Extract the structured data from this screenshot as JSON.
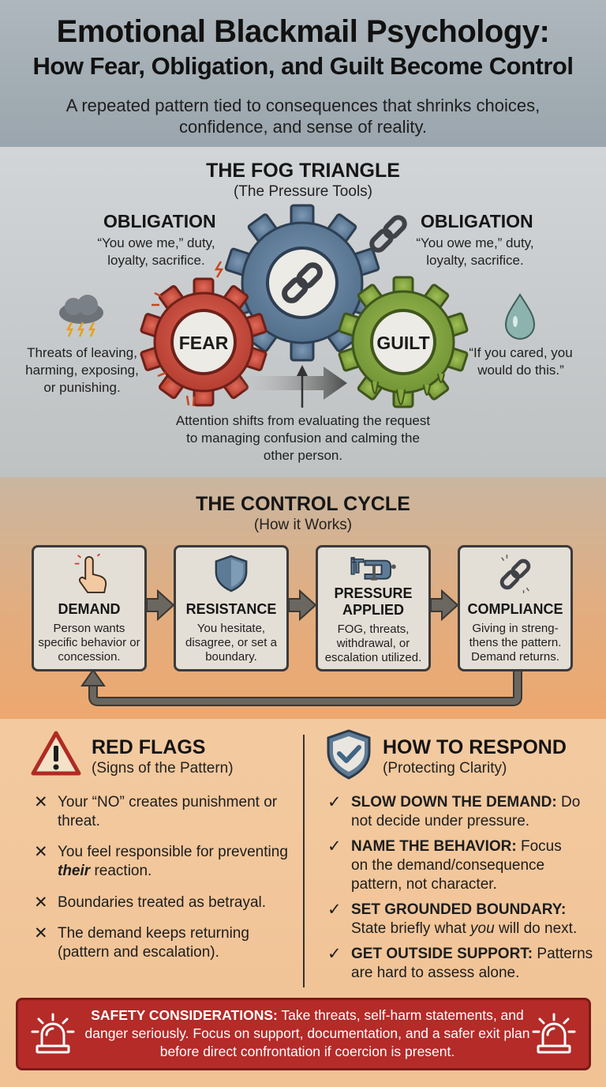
{
  "header": {
    "title_line1": "Emotional Blackmail Psychology:",
    "title_line2": "How Fear, Obligation, and Guilt Become Control",
    "subtitle": "A repeated pattern tied to consequences that shrinks choices, confidence, and sense of reality."
  },
  "fog": {
    "title": "THE FOG TRIANGLE",
    "subtitle": "(The Pressure Tools)",
    "left_label": "OBLIGATION",
    "left_desc": "“You owe me,” duty, loyalty, sacrifice.",
    "right_label": "OBLIGATION",
    "right_desc": "“You owe me,” duty, loyalty, sacrifice.",
    "fear_gear": "FEAR",
    "guilt_gear": "GUILT",
    "fear_desc": "Threats of leaving, harming, exposing, or punishing.",
    "guilt_desc": "“If you cared, you would do this.”",
    "attention_note": "Attention shifts from evaluating the request to managing confusion and calming the other person.",
    "colors": {
      "fear": "#c94a3c",
      "obligation": "#5a7896",
      "guilt": "#86a83e"
    }
  },
  "cycle": {
    "title": "THE CONTROL CYCLE",
    "subtitle": "(How it Works)",
    "steps": [
      {
        "icon": "pointing-hand-icon",
        "title": "DEMAND",
        "text": "Person wants specific behavior or concession."
      },
      {
        "icon": "shield-icon",
        "title": "RESISTANCE",
        "text": "You hesitate, disagree, or set a boundary."
      },
      {
        "icon": "clamp-icon",
        "title": "PRESSURE APPLIED",
        "text": "FOG, threats, withdrawal, or escalation utilized."
      },
      {
        "icon": "chain-link-icon",
        "title": "COMPLIANCE",
        "text": "Giving in streng- thens the pattern. Demand returns."
      }
    ]
  },
  "red_flags": {
    "title": "RED FLAGS",
    "subtitle": "(Signs of the Pattern)",
    "items": [
      {
        "text_a": "Your “NO” creates punishment or threat.",
        "emph": "",
        "text_b": ""
      },
      {
        "text_a": "You feel responsible for preventing ",
        "emph": "their",
        "text_b": " reaction."
      },
      {
        "text_a": "Boundaries treated as betrayal.",
        "emph": "",
        "text_b": ""
      },
      {
        "text_a": "The demand keeps returning (pattern and escalation).",
        "emph": "",
        "text_b": ""
      }
    ]
  },
  "respond": {
    "title": "HOW TO RESPOND",
    "subtitle": "(Protecting Clarity)",
    "items": [
      {
        "head": "SLOW DOWN THE DEMAND:",
        "text_a": " Do not decide under pressure.",
        "emph": "",
        "text_b": ""
      },
      {
        "head": "NAME THE BEHAVIOR:",
        "text_a": " Focus on the demand/consequence pattern, not character.",
        "emph": "",
        "text_b": ""
      },
      {
        "head": "SET GROUNDED BOUNDARY:",
        "text_a": " State briefly what ",
        "emph": "you",
        "text_b": " will do next."
      },
      {
        "head": "GET OUTSIDE SUPPORT:",
        "text_a": " Patterns are hard to assess alone.",
        "emph": "",
        "text_b": ""
      }
    ]
  },
  "safety": {
    "head": "SAFETY CONSIDERATIONS:",
    "text": " Take threats, self-harm statements, and danger seriously. Focus on support, documentation, and a safer exit plan before direct confrontation if coercion is present.",
    "color": "#b42b28"
  }
}
